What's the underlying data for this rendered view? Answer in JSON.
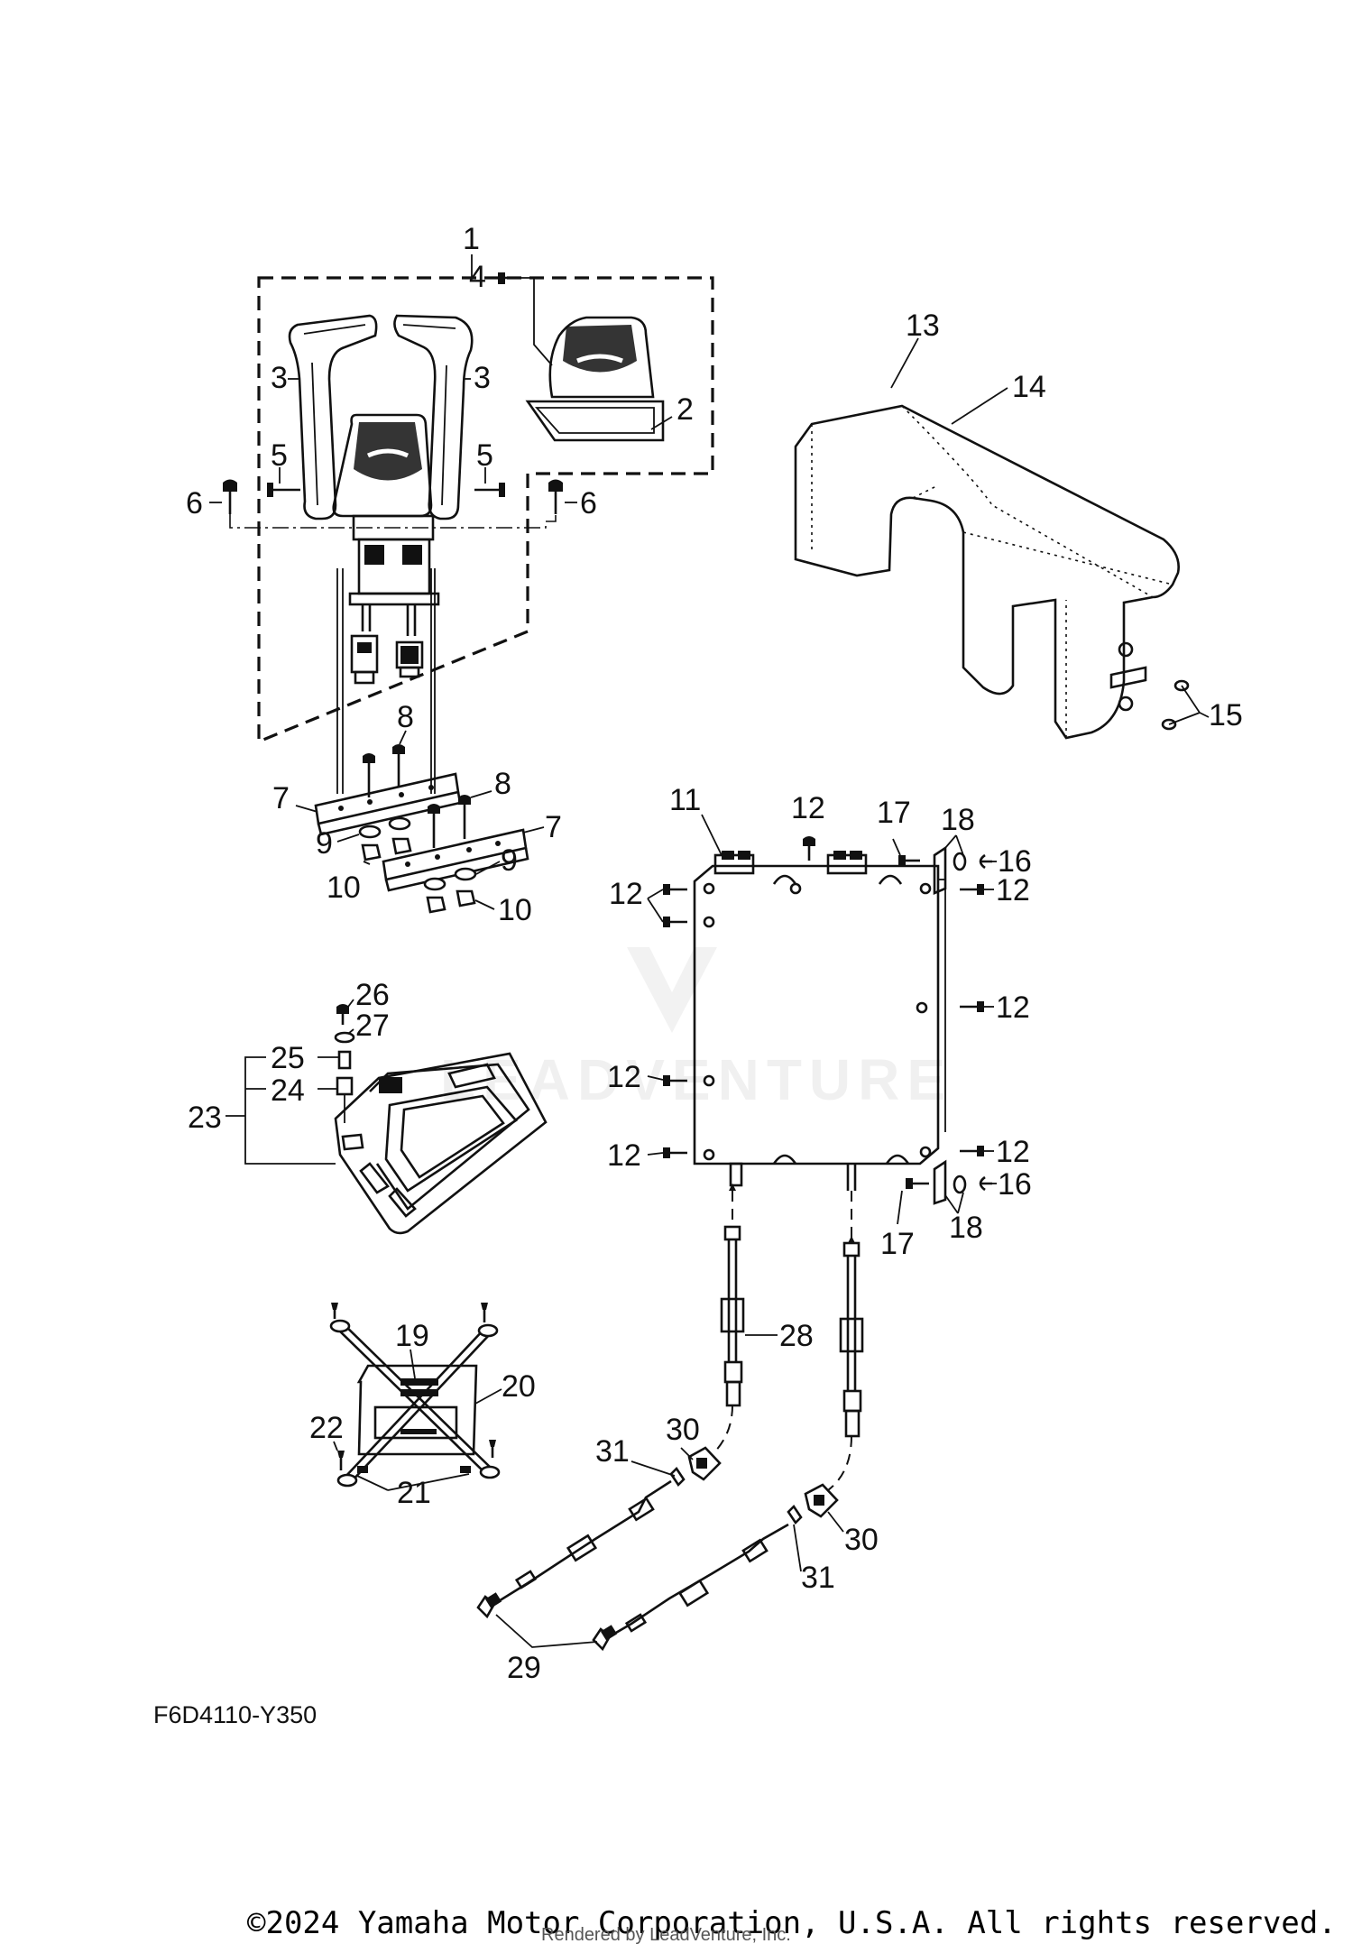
{
  "callouts": [
    {
      "id": "1",
      "text": "1"
    },
    {
      "id": "2",
      "text": "2"
    },
    {
      "id": "3a",
      "text": "3"
    },
    {
      "id": "3b",
      "text": "3"
    },
    {
      "id": "4",
      "text": "4"
    },
    {
      "id": "5a",
      "text": "5"
    },
    {
      "id": "5b",
      "text": "5"
    },
    {
      "id": "6a",
      "text": "6"
    },
    {
      "id": "6b",
      "text": "6"
    },
    {
      "id": "7a",
      "text": "7"
    },
    {
      "id": "7b",
      "text": "7"
    },
    {
      "id": "8a",
      "text": "8"
    },
    {
      "id": "8b",
      "text": "8"
    },
    {
      "id": "9a",
      "text": "9"
    },
    {
      "id": "9b",
      "text": "9"
    },
    {
      "id": "10a",
      "text": "10"
    },
    {
      "id": "10b",
      "text": "10"
    },
    {
      "id": "11",
      "text": "11"
    },
    {
      "id": "12a",
      "text": "12"
    },
    {
      "id": "12b",
      "text": "12"
    },
    {
      "id": "12c",
      "text": "12"
    },
    {
      "id": "12d",
      "text": "12"
    },
    {
      "id": "12e",
      "text": "12"
    },
    {
      "id": "12f",
      "text": "12"
    },
    {
      "id": "12g",
      "text": "12"
    },
    {
      "id": "12h",
      "text": "12"
    },
    {
      "id": "13",
      "text": "13"
    },
    {
      "id": "14",
      "text": "14"
    },
    {
      "id": "15",
      "text": "15"
    },
    {
      "id": "16a",
      "text": "16"
    },
    {
      "id": "16b",
      "text": "16"
    },
    {
      "id": "17a",
      "text": "17"
    },
    {
      "id": "17b",
      "text": "17"
    },
    {
      "id": "18a",
      "text": "18"
    },
    {
      "id": "18b",
      "text": "18"
    },
    {
      "id": "19",
      "text": "19"
    },
    {
      "id": "20",
      "text": "20"
    },
    {
      "id": "21",
      "text": "21"
    },
    {
      "id": "22",
      "text": "22"
    },
    {
      "id": "23",
      "text": "23"
    },
    {
      "id": "24",
      "text": "24"
    },
    {
      "id": "25",
      "text": "25"
    },
    {
      "id": "26",
      "text": "26"
    },
    {
      "id": "27",
      "text": "27"
    },
    {
      "id": "28",
      "text": "28"
    },
    {
      "id": "29",
      "text": "29"
    },
    {
      "id": "30a",
      "text": "30"
    },
    {
      "id": "30b",
      "text": "30"
    },
    {
      "id": "31a",
      "text": "31"
    },
    {
      "id": "31b",
      "text": "31"
    }
  ],
  "diagram_code": "F6D4110-Y350",
  "copyright": "©2024 Yamaha Motor Corporation, U.S.A. All rights reserved.",
  "rendered_by": "Rendered by LeadVenture, Inc.",
  "watermark": "LEADVENTURE",
  "colors": {
    "line": "#111111",
    "background": "#ffffff"
  }
}
